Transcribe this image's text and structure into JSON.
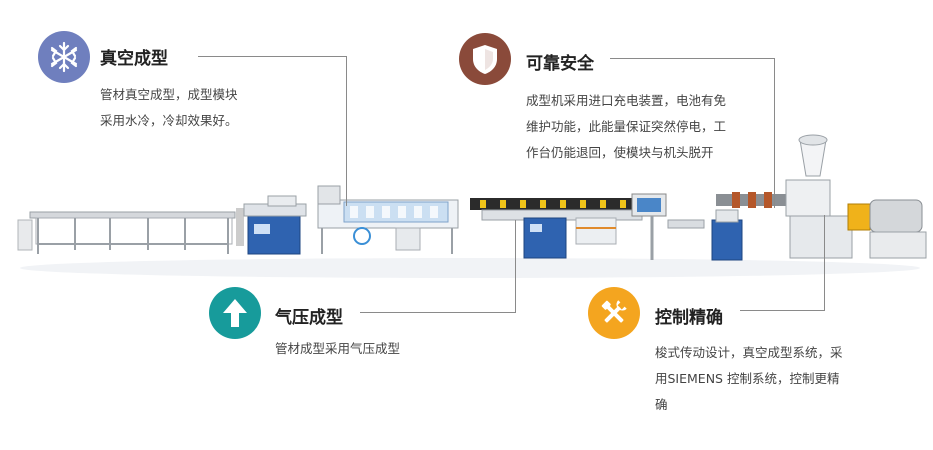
{
  "colors": {
    "vacuum": "#6f7fbe",
    "safety": "#8a4a3a",
    "air": "#179b9b",
    "control": "#f4a51f",
    "machine_blue": "#2f63b0",
    "rule": "#8a8a8a"
  },
  "features": {
    "vacuum": {
      "icon": "snowflake-icon",
      "title": "真空成型",
      "lines": [
        "管材真空成型，成型模块",
        "采用水冷，冷却效果好。"
      ]
    },
    "safety": {
      "icon": "shield-icon",
      "title": "可靠安全",
      "lines": [
        "成型机采用进口充电装置，电池有免",
        "维护功能，此能量保证突然停电，工",
        "作台仍能退回，使模块与机头脱开"
      ]
    },
    "air": {
      "icon": "up-arrow-icon",
      "title": "气压成型",
      "lines": [
        "管材成型采用气压成型"
      ]
    },
    "control": {
      "icon": "tools-icon",
      "title": "控制精确",
      "lines": [
        "梭式传动设计，真空成型系统，采",
        "用SIEMENS 控制系统，控制更精",
        "确"
      ]
    }
  }
}
